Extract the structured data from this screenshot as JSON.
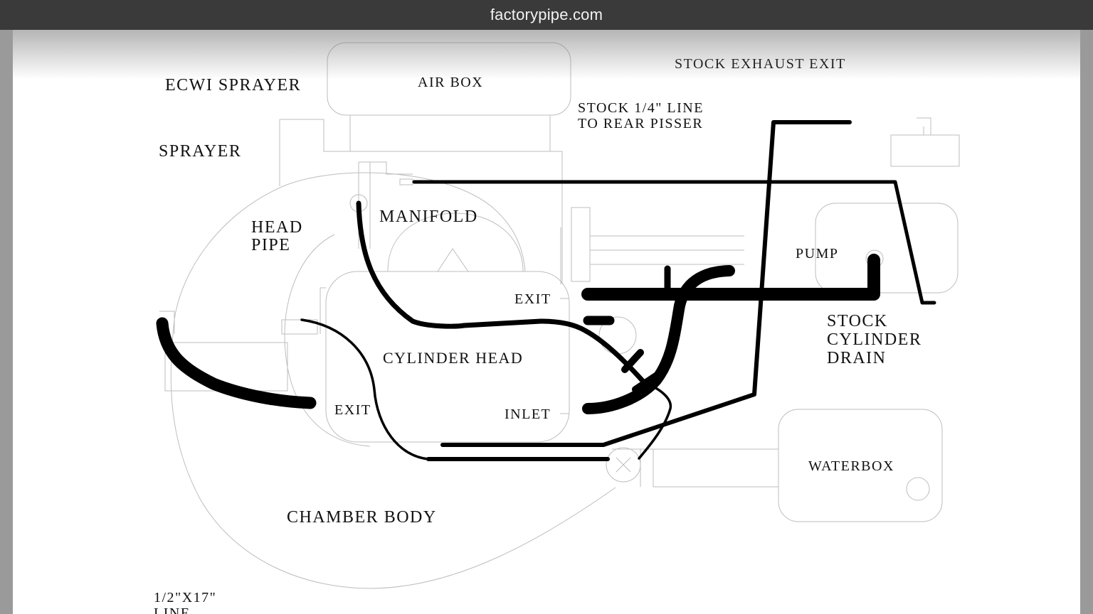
{
  "browser": {
    "url": "factorypipe.com"
  },
  "diagram": {
    "labels": {
      "ecwi_sprayer": "ECWI SPRAYER",
      "air_box": "AIR BOX",
      "stock_exhaust_exit": "STOCK EXHAUST EXIT",
      "stock_line_1": "STOCK 1/4\" LINE",
      "stock_line_2": "TO REAR PISSER",
      "sprayer": "SPRAYER",
      "manifold": "MANIFOLD",
      "head_pipe_1": "HEAD",
      "head_pipe_2": "PIPE",
      "pump": "PUMP",
      "exit_upper": "EXIT",
      "stock_cyl_drain_1": "STOCK",
      "stock_cyl_drain_2": "CYLINDER",
      "stock_cyl_drain_3": "DRAIN",
      "cylinder_head": "CYLINDER HEAD",
      "exit_lower": "EXIT",
      "inlet": "INLET",
      "waterbox": "WATERBOX",
      "chamber_body": "CHAMBER BODY",
      "line_spec_1": "1/2\"X17\"",
      "line_spec_2": "LINE"
    }
  }
}
